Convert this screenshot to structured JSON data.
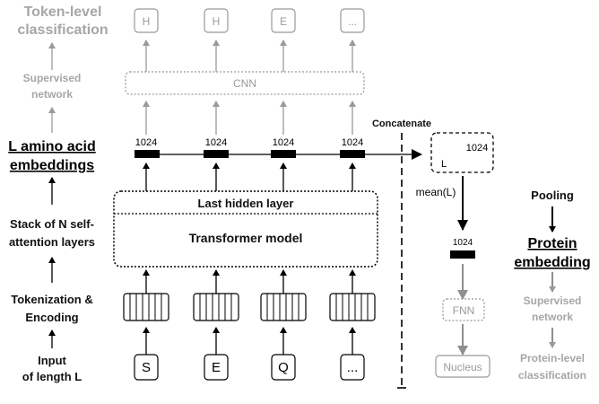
{
  "labels": {
    "token_level_classification_line1": "Token-level",
    "token_level_classification_line2": "classification",
    "supervised_network_line1": "Supervised",
    "supervised_network_line2": "network",
    "embeddings_line1": "L amino acid",
    "embeddings_line2": "embeddings",
    "stack_line1": "Stack of N self-",
    "stack_line2": "attention layers",
    "tokenization_line1": "Tokenization &",
    "tokenization_line2": "Encoding",
    "input_line1": "Input",
    "input_line2": "of length L"
  },
  "cnn_label": "CNN",
  "output_tokens": [
    "H",
    "H",
    "E",
    "..."
  ],
  "embedding_dim": "1024",
  "input_tokens": [
    "S",
    "E",
    "Q",
    "..."
  ],
  "transformer": {
    "last_hidden_layer": "Last hidden layer",
    "model_label": "Transformer model"
  },
  "concatenate_label": "Concatenate",
  "concat_box": {
    "dim": "1024",
    "length": "L"
  },
  "mean_label": "mean(L)",
  "pooled_dim": "1024",
  "fnn_label": "FNN",
  "nucleus_label": "Nucleus",
  "right_labels": {
    "pooling": "Pooling",
    "protein_embedding_line1": "Protein",
    "protein_embedding_line2": "embedding",
    "supervised_line1": "Supervised",
    "supervised_line2": "network",
    "protein_level_line1": "Protein-level",
    "protein_level_line2": "classification"
  }
}
